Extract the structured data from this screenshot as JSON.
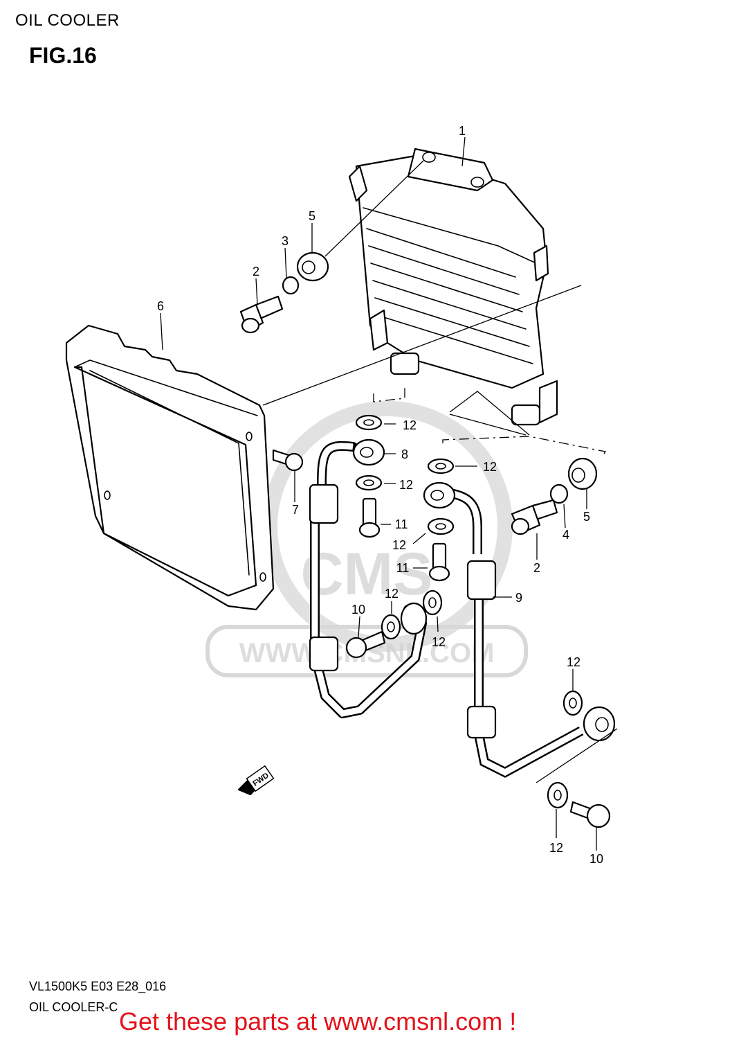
{
  "header": {
    "title": "OIL COOLER",
    "figure": "FIG.16"
  },
  "diagram": {
    "callouts": {
      "c1": "1",
      "c2a": "2",
      "c2b": "2",
      "c3": "3",
      "c4": "4",
      "c5a": "5",
      "c5b": "5",
      "c6": "6",
      "c7": "7",
      "c8": "8",
      "c9": "9",
      "c10a": "10",
      "c10b": "10",
      "c11a": "11",
      "c11b": "11",
      "c12a": "12",
      "c12b": "12",
      "c12c": "12",
      "c12d": "12",
      "c12e": "12",
      "c12f": "12",
      "c12g": "12",
      "c12h": "12"
    },
    "fwd_label": "FWD",
    "watermark_text": "WWW.CMSNL.COM",
    "watermark_logo": "CMS"
  },
  "footer": {
    "code": "VL1500K5 E03 E28_016",
    "name": "OIL COOLER-C",
    "link": "Get these parts at www.cmsnl.com !",
    "link_color": "#e3131a"
  }
}
